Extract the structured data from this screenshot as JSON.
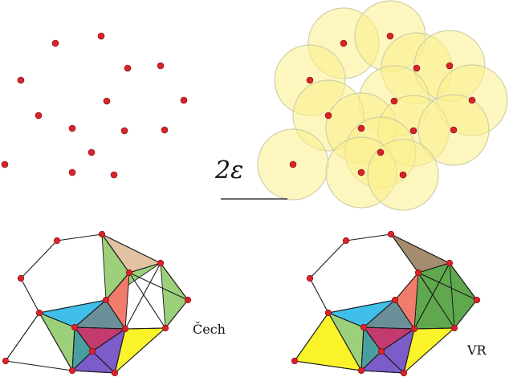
{
  "labels": {
    "epsilon": "2ε",
    "cech": "Čech",
    "vr": "VR"
  },
  "colors": {
    "point": "#d8232a",
    "ball_fill": "#fbf08a",
    "ball_stroke": "#cfcfa8",
    "edge": "#1a1a1a",
    "tan": "#e3c2a4",
    "brown": "#a48c70",
    "light_green": "#9cd07a",
    "green": "#76b85c",
    "dark_green": "#5fa84e",
    "cyan": "#3fbfea",
    "teal": "#4a9ea0",
    "steel": "#6b8f98",
    "salmon": "#f27c6c",
    "magenta": "#c23a6e",
    "purple": "#7b5cc8",
    "yellow": "#fbf32a"
  }
}
